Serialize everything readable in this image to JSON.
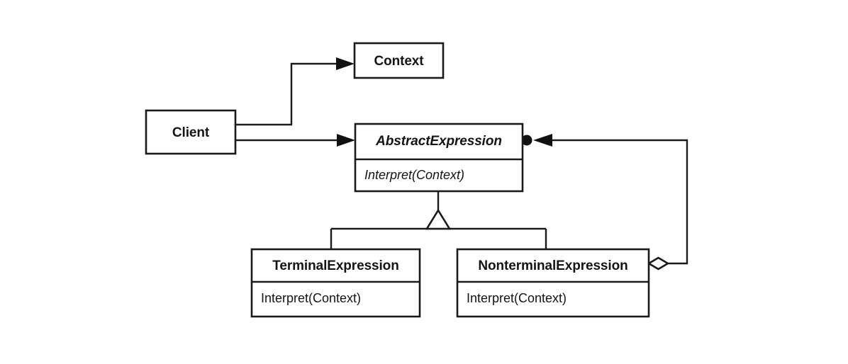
{
  "diagram": {
    "kind": "uml-class-diagram",
    "pattern_name": "Interpreter",
    "stroke_color": "#1a1a1a",
    "fill_color": "#ffffff",
    "text_color": "#141414",
    "background": "#ffffff"
  },
  "classes": {
    "context": {
      "name": "Context",
      "style": "bold",
      "compartments": []
    },
    "client": {
      "name": "Client",
      "style": "bold",
      "compartments": []
    },
    "abstract_expression": {
      "name": "AbstractExpression",
      "style": "bold-italic",
      "operation": "Interpret(Context)",
      "operation_style": "italic"
    },
    "terminal_expression": {
      "name": "TerminalExpression",
      "style": "bold",
      "operation": "Interpret(Context)",
      "operation_style": "regular"
    },
    "nonterminal_expression": {
      "name": "NonterminalExpression",
      "style": "bold",
      "operation": "Interpret(Context)",
      "operation_style": "regular"
    }
  },
  "relationships": [
    {
      "id": "client-to-context",
      "from": "client",
      "to": "context",
      "type": "association-directed",
      "arrow": "solid-filled-arrowhead",
      "label": ""
    },
    {
      "id": "client-to-abstractexpression",
      "from": "client",
      "to": "abstract_expression",
      "type": "association-directed",
      "arrow": "solid-filled-arrowhead",
      "label": ""
    },
    {
      "id": "terminal-inherits-abstract",
      "from": "terminal_expression",
      "to": "abstract_expression",
      "type": "generalization",
      "arrow": "hollow-triangle",
      "label": ""
    },
    {
      "id": "nonterminal-inherits-abstract",
      "from": "nonterminal_expression",
      "to": "abstract_expression",
      "type": "generalization",
      "arrow": "hollow-triangle",
      "label": ""
    },
    {
      "id": "nonterminal-aggregates-abstract",
      "from": "nonterminal_expression",
      "to": "abstract_expression",
      "type": "aggregation",
      "arrow": "hollow-diamond-with-filled-dot-and-arrowhead",
      "label": ""
    }
  ],
  "icon_names": {
    "filled_arrowhead": "solid-arrowhead-icon",
    "hollow_triangle": "generalization-triangle-icon",
    "hollow_diamond": "aggregation-diamond-icon",
    "navigability_dot": "navigability-dot-icon"
  }
}
